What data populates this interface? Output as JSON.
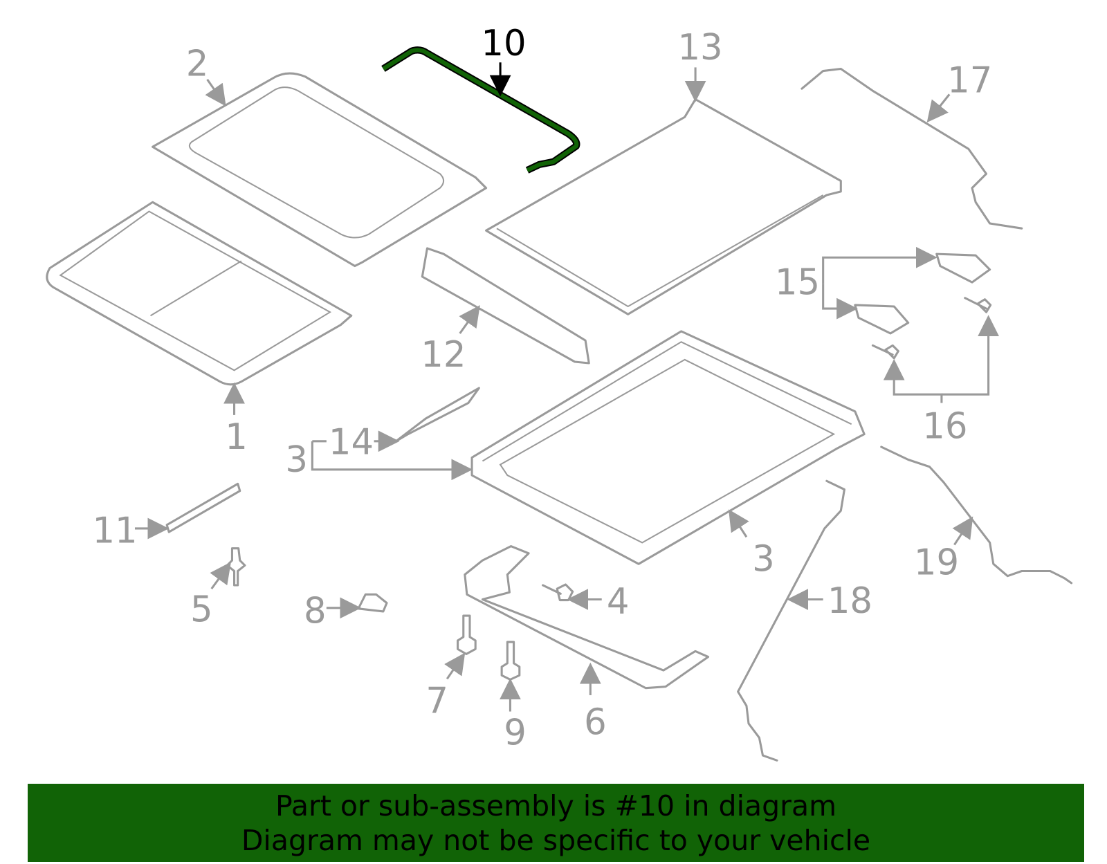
{
  "diagram": {
    "highlighted_part": "10",
    "highlight_color": "#116306",
    "line_color": "#9a9a9a",
    "callouts": {
      "p1": "1",
      "p2": "2",
      "p3a": "3",
      "p3b": "3",
      "p4": "4",
      "p5": "5",
      "p6": "6",
      "p7": "7",
      "p8": "8",
      "p9": "9",
      "p10": "10",
      "p11": "11",
      "p12": "12",
      "p13": "13",
      "p14": "14",
      "p15": "15",
      "p16": "16",
      "p17": "17",
      "p18": "18",
      "p19": "19"
    }
  },
  "banner": {
    "line1": "Part or sub-assembly is #10 in diagram",
    "line2": "Diagram may not be specific to your vehicle",
    "background": "#116306"
  }
}
